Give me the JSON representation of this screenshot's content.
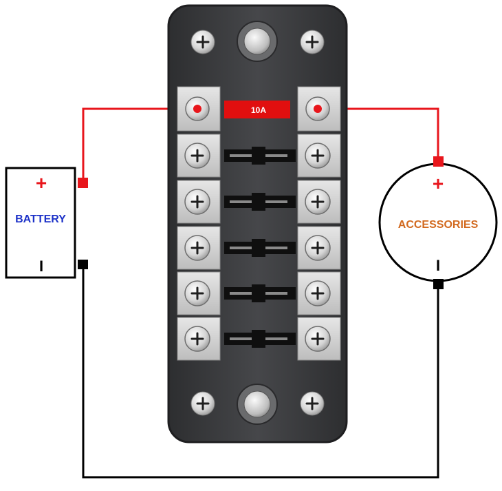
{
  "battery": {
    "label": "BATTERY",
    "positive_symbol": "+",
    "negative_symbol": "I",
    "label_color": "#1d32c8"
  },
  "accessories": {
    "label": "ACCESSORIES",
    "positive_symbol": "+",
    "negative_symbol": "I",
    "label_color": "#d2691e"
  },
  "fuse_block": {
    "active_fuse_label": "10A",
    "fuse_slots": 6,
    "body_color": "#3f4042",
    "terminal_color": "#d6d6d6",
    "fuse_color": "#111111",
    "active_fuse_color": "#e10f0f"
  },
  "wires": {
    "positive_color": "#e8161c",
    "negative_color": "#000000"
  }
}
